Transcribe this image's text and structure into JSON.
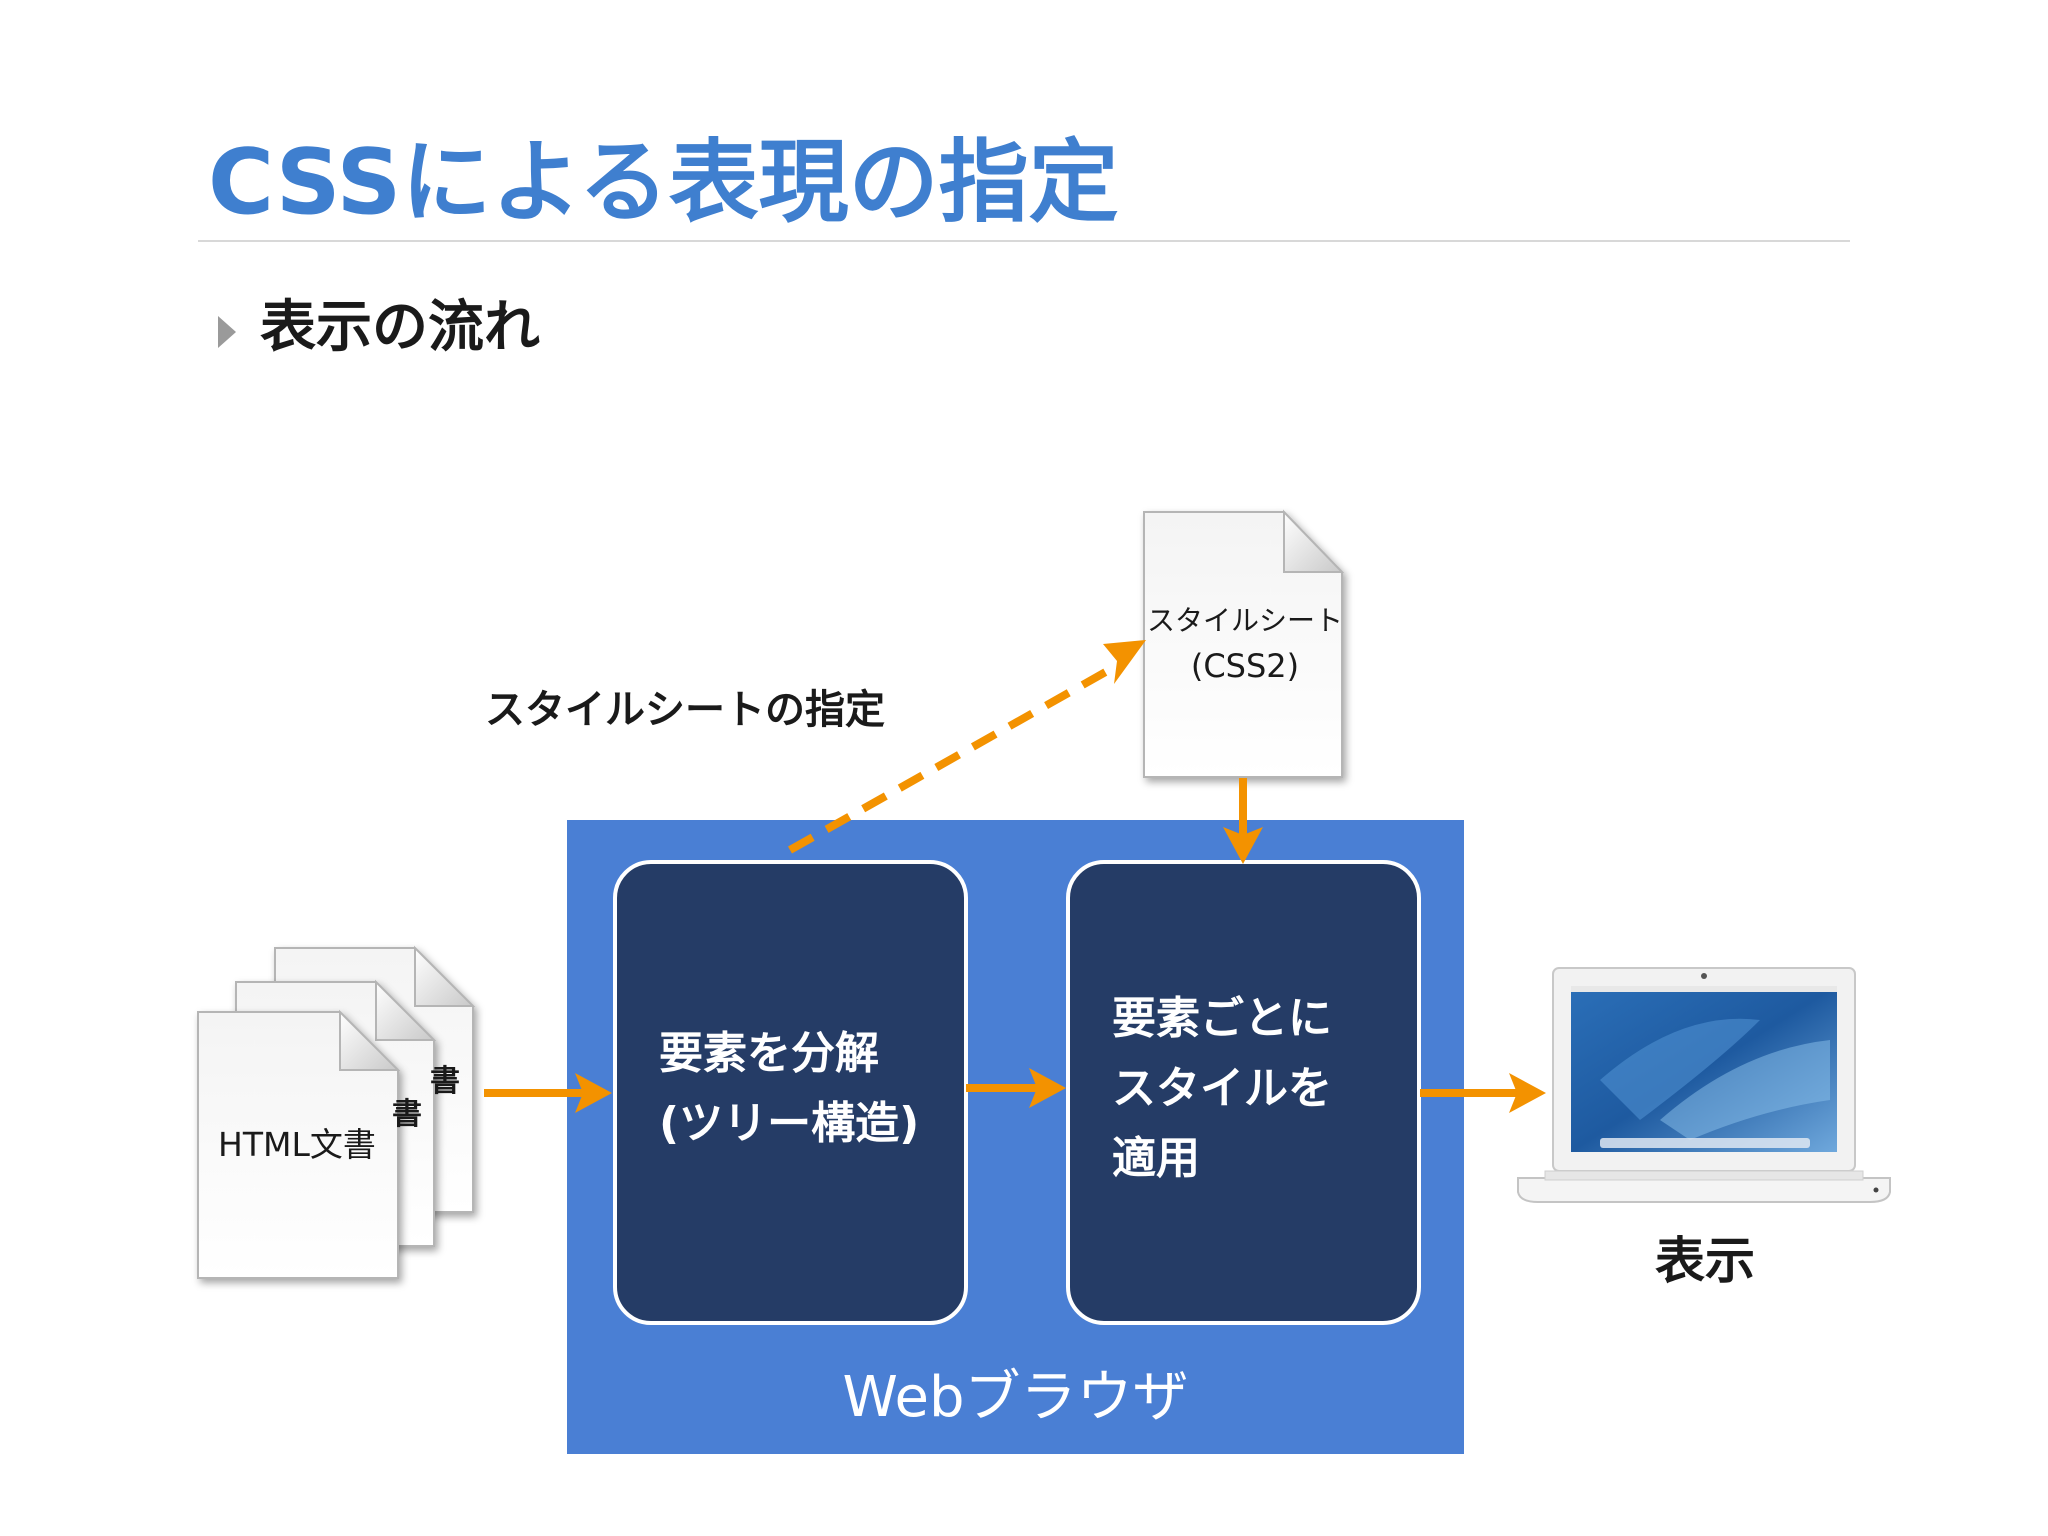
{
  "slide": {
    "title": "CSSによる表現の指定",
    "bullet": "表示の流れ"
  },
  "diagram": {
    "browser_label": "Webブラウザ",
    "stage1": {
      "line1": "要素を分解",
      "line2": "(ツリー構造)"
    },
    "stage2": {
      "line1": "要素ごとに",
      "line2": "スタイルを",
      "line3": "適用"
    },
    "html_doc_label": "HTML文書",
    "back_doc_fragment": "書",
    "stylesheet_label_line1": "スタイルシート",
    "stylesheet_label_line2": "(CSS2)",
    "spec_label": "スタイルシートの指定",
    "display_label": "表示"
  },
  "colors": {
    "title": "#3f7fcf",
    "browser_box": "#4a7fd4",
    "stage_box": "#253c66",
    "arrow": "#f39200",
    "bullet_triangle": "#9a9a9a"
  },
  "icons": {
    "bullet": "triangle-right-icon",
    "documents": "document-stack-icon",
    "stylesheet": "document-icon",
    "laptop": "laptop-icon"
  }
}
